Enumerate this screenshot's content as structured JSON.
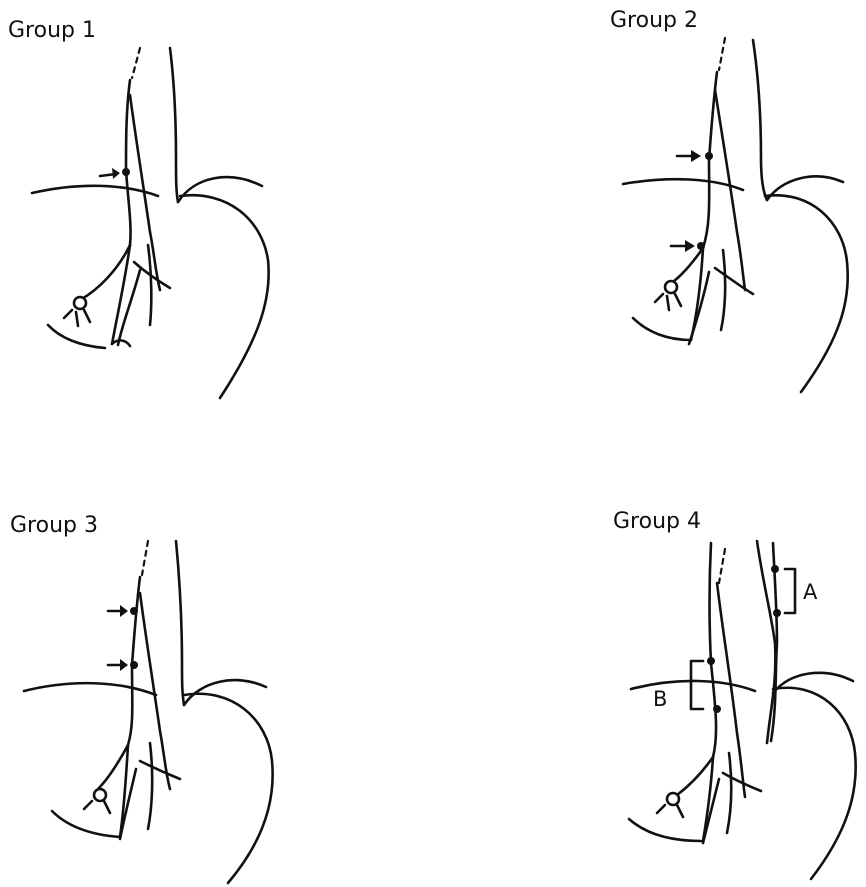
{
  "panels": [
    {
      "title": "Group 1"
    },
    {
      "title": "Group 2"
    },
    {
      "title": "Group 3"
    },
    {
      "title": "Group 4"
    }
  ],
  "group4_labels": {
    "upper_bracket": "A",
    "lower_bracket": "B"
  }
}
